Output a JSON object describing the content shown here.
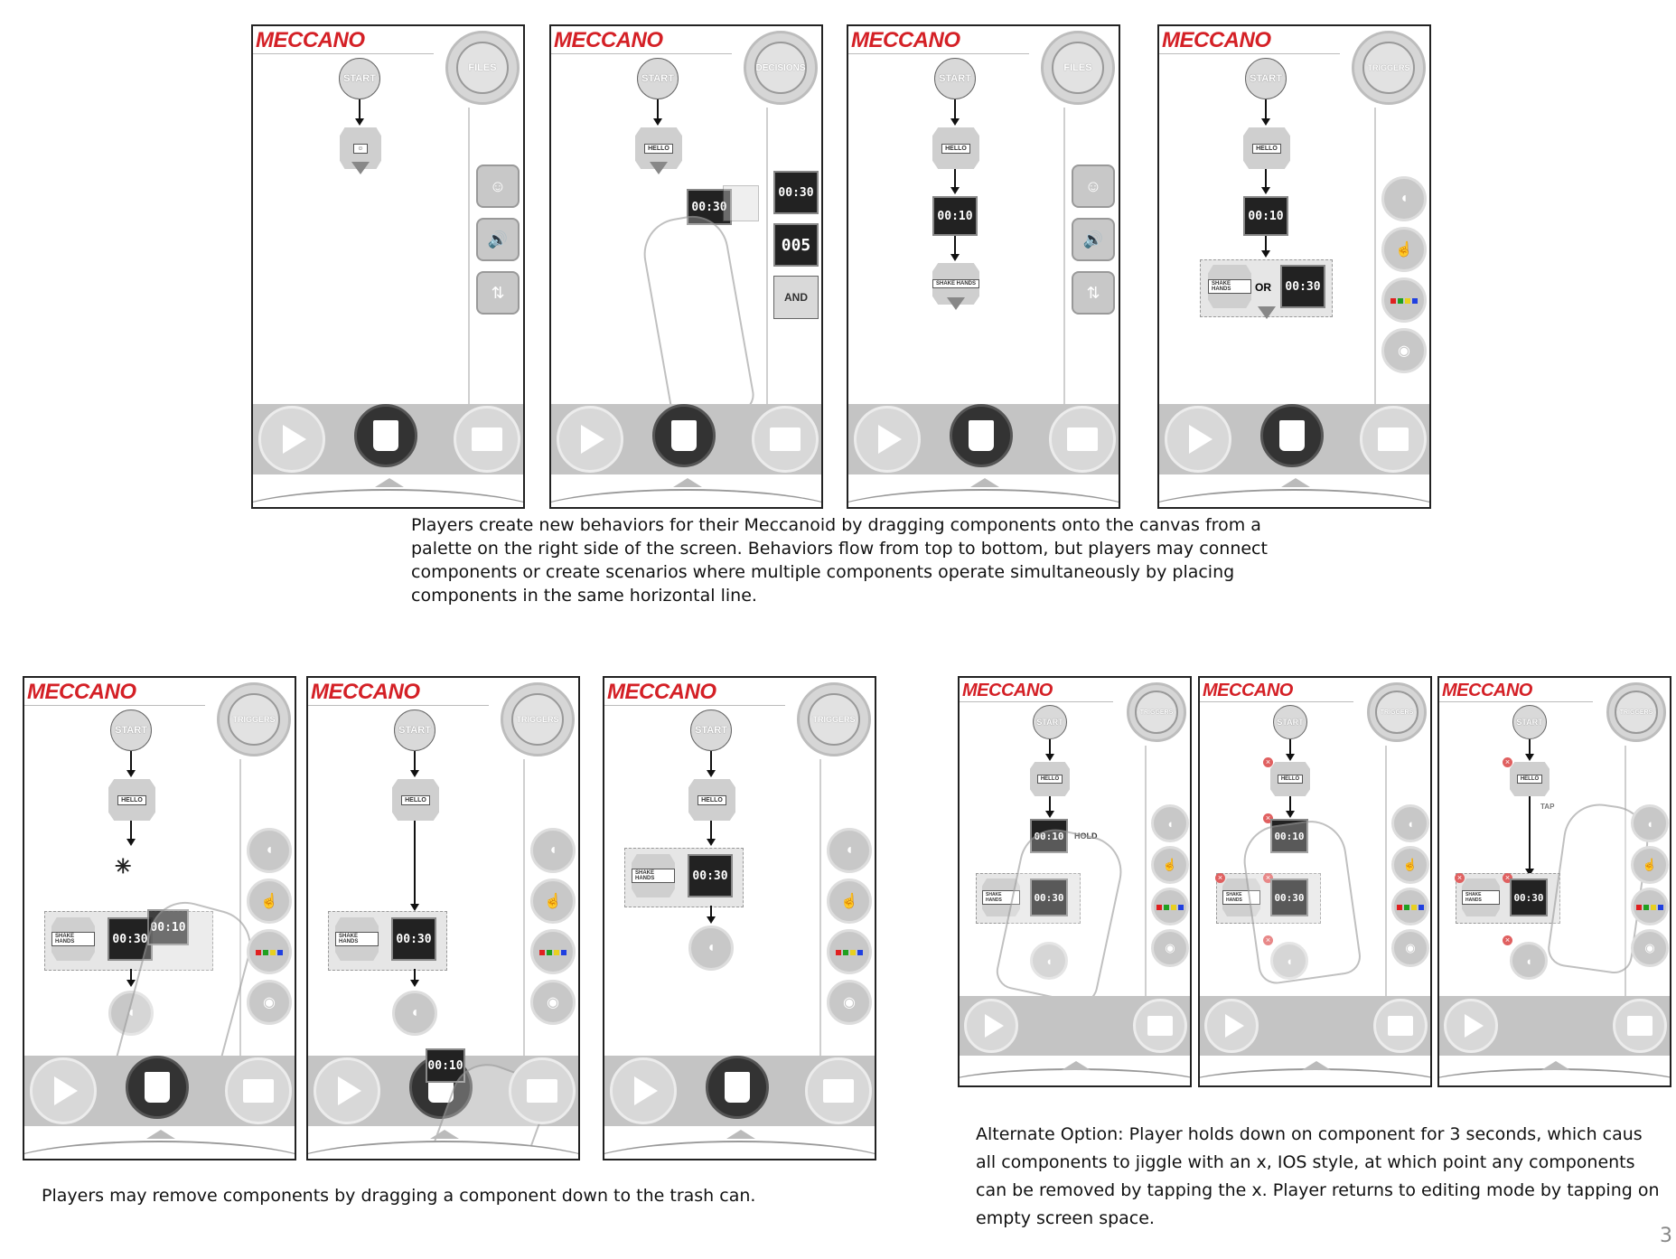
{
  "brand": "MECCANO",
  "labels": {
    "start": "START",
    "files": "FILES",
    "decisions": "DECISIONS",
    "triggers": "TRIGGERS",
    "hello": "HELLO",
    "shake_hands": "SHAKE HANDS",
    "timer_30": "00:30",
    "timer_10": "00:10",
    "counter_005": "005",
    "and": "AND",
    "or": "OR",
    "hold": "HOLD",
    "tap": "TAP"
  },
  "captions": {
    "top": "Players create new behaviors for their Meccanoid by dragging components onto the canvas from a palette on the right side of the screen.  Behaviors flow from top to bottom, but players may connect components or create scenarios where multiple components operate simultaneously by placing components in the same horizontal line.",
    "bottom_left": "Players may remove components by dragging a component down to the trash can.",
    "bottom_right": "Alternate Option: Player holds down on component for 3 seconds, which caus all components to jiggle with an x, IOS style, at which point any components can be removed by tapping the x.  Player returns to editing mode by tapping on empty screen space."
  },
  "page_number": "3",
  "colors": {
    "brand_red": "#d42026",
    "rgb": [
      "#e02020",
      "#20a020",
      "#e8d020",
      "#2040e0"
    ]
  }
}
